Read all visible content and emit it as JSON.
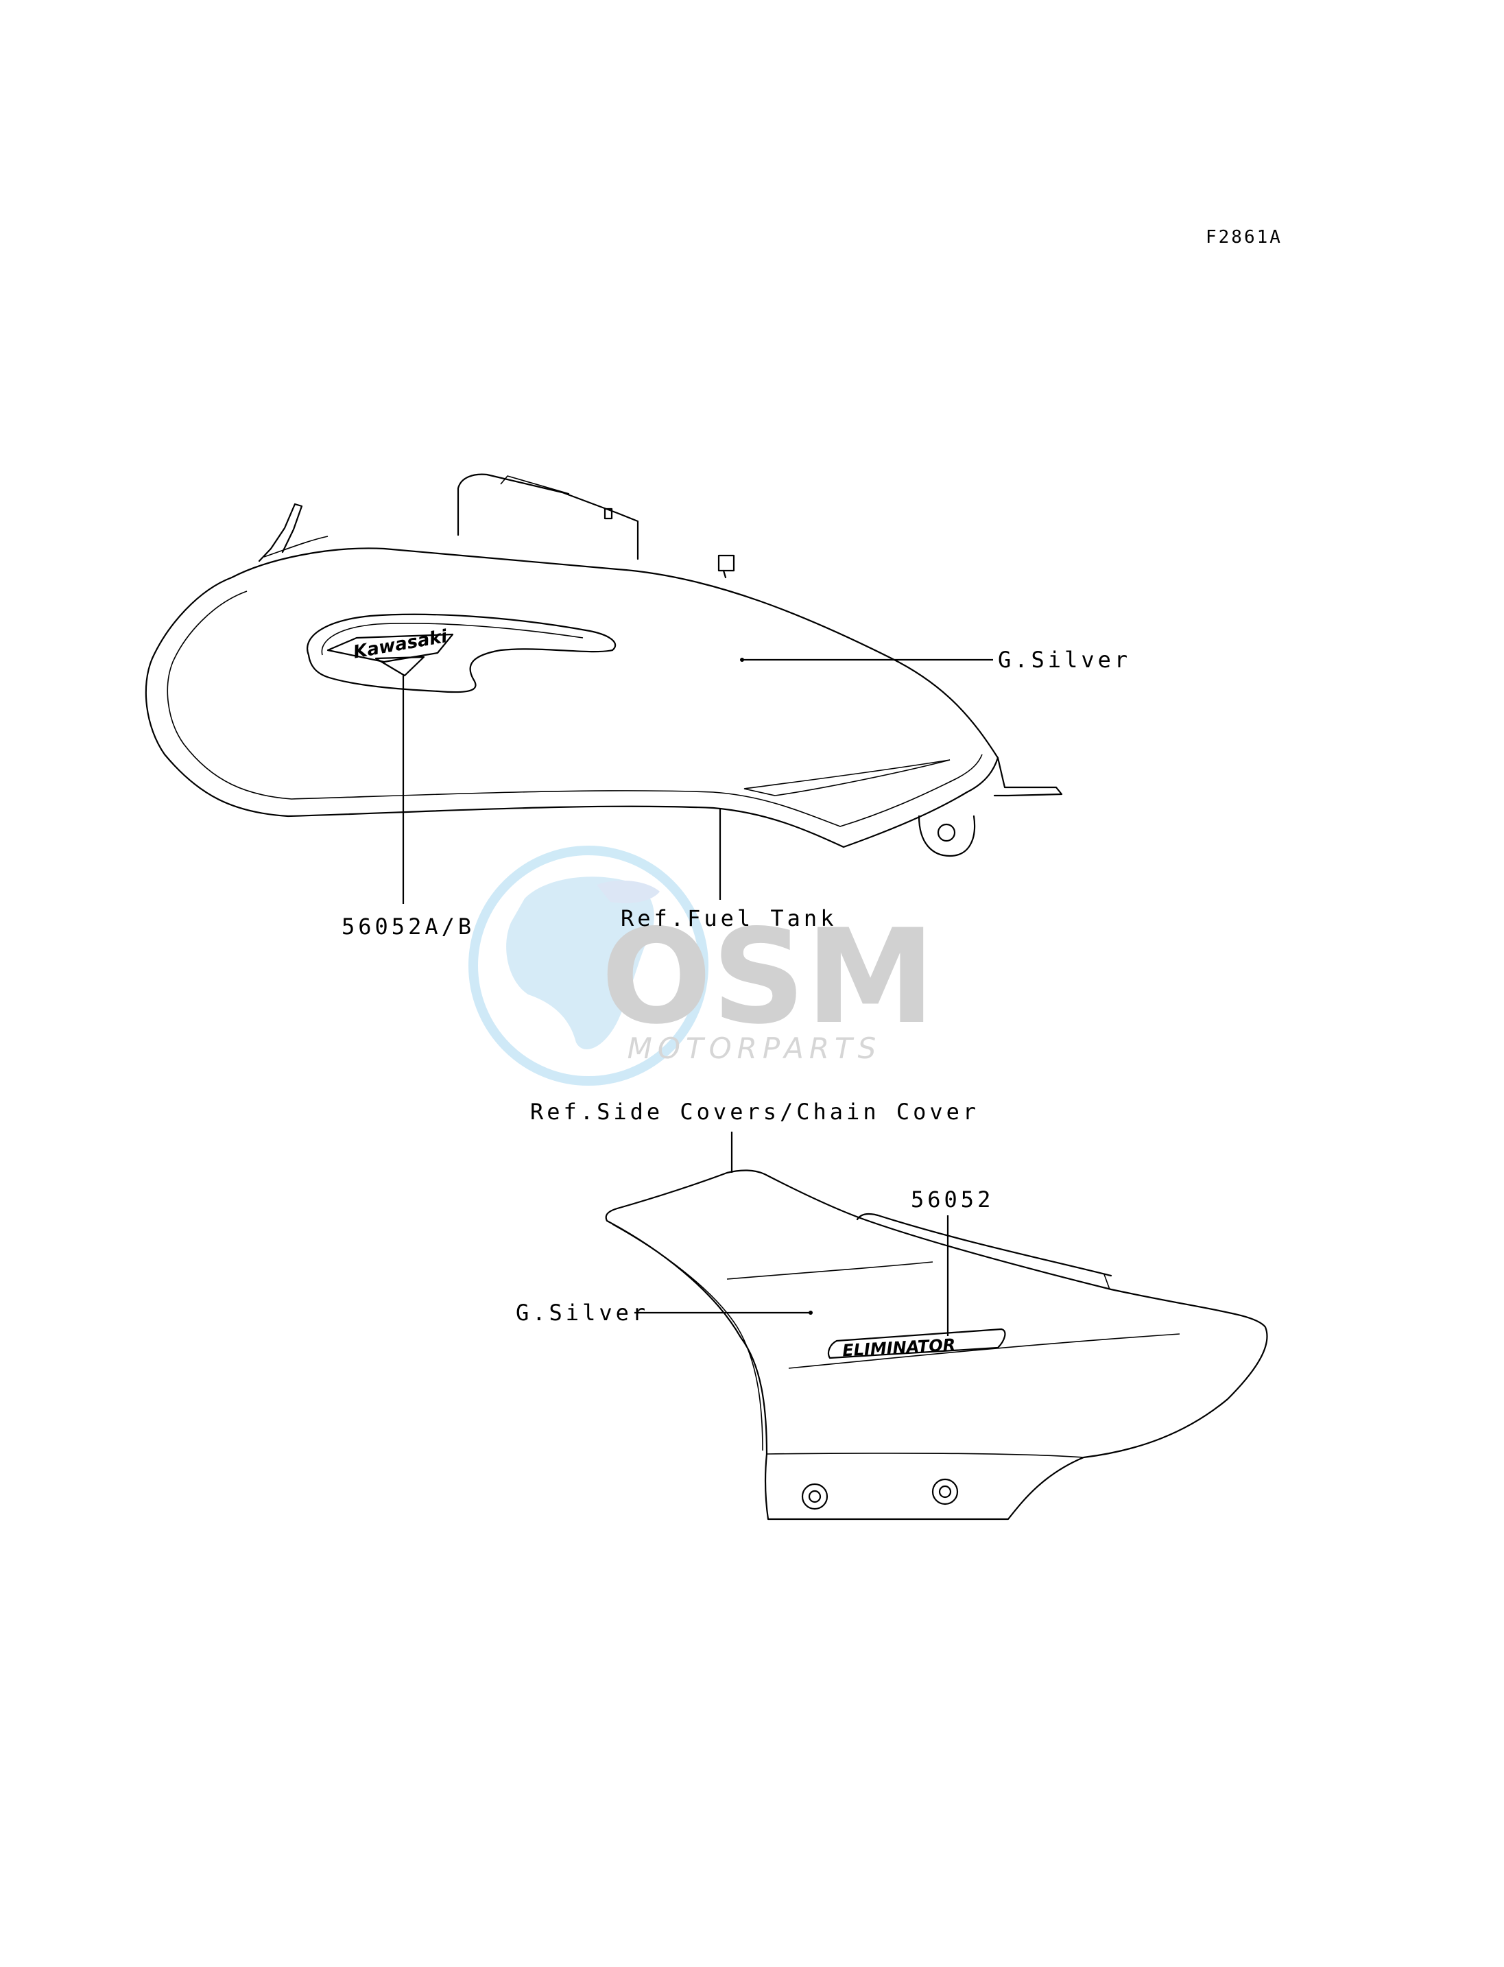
{
  "diagram_code": "F2861A",
  "fuel_tank": {
    "color_label": "G.Silver",
    "ref_label": "Ref.Fuel Tank",
    "decal_part": "56052A/B",
    "decal_logo_text": "Kawasaki"
  },
  "side_cover": {
    "ref_label": "Ref.Side Covers/Chain Cover",
    "decal_part": "56052",
    "color_label": "G.Silver",
    "decal_logo_text": "ELIMINATOR"
  },
  "watermark": {
    "brand": "OSM",
    "sub": "MOTORPARTS",
    "colors": {
      "globe": "#bfe0f3",
      "text": "#c9c9c9"
    }
  }
}
